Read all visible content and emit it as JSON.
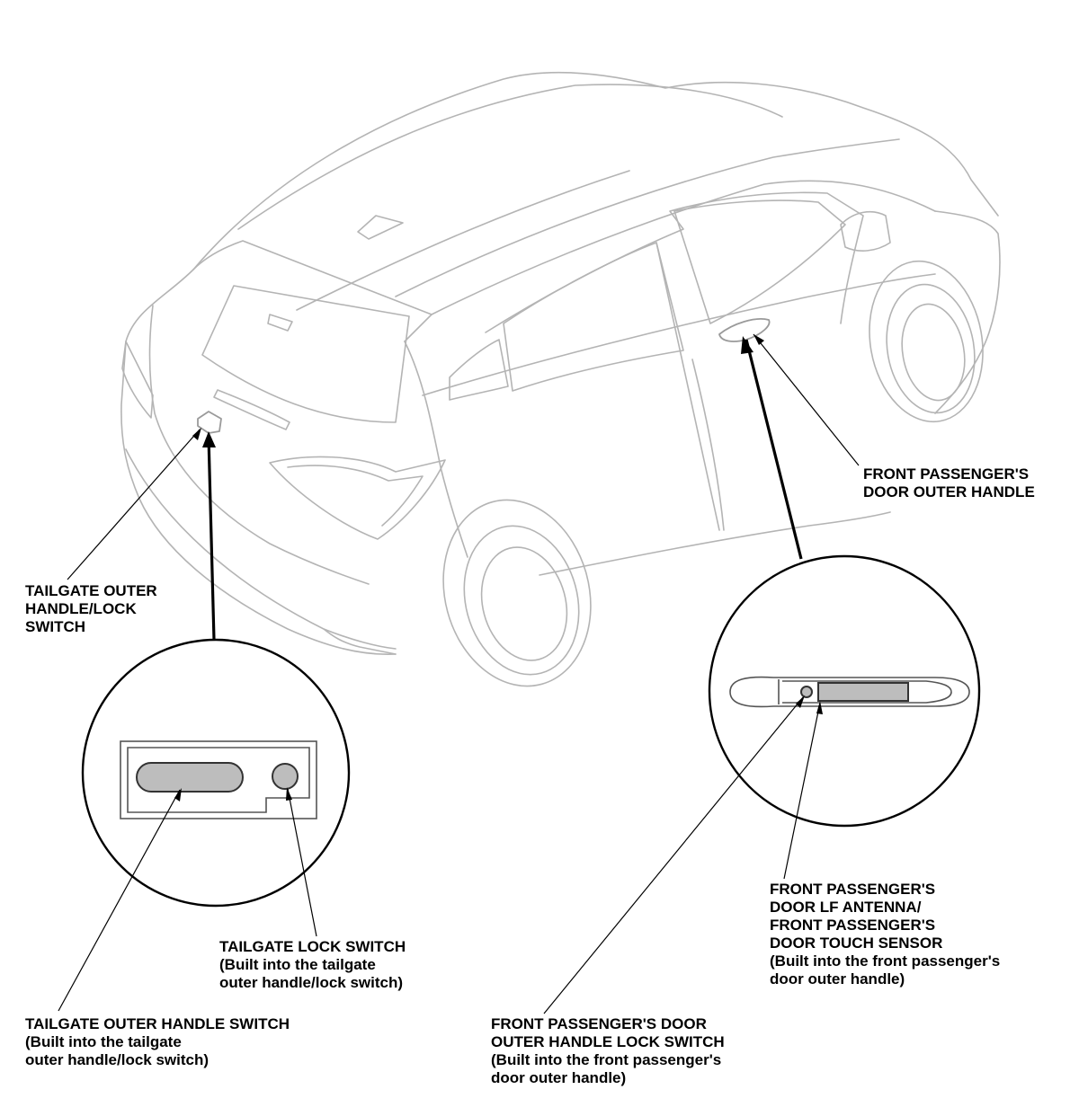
{
  "colors": {
    "ink": "#000000",
    "car_outline": "#b4b4b4",
    "component_fill": "#bdbdbd",
    "background": "#ffffff"
  },
  "labels": {
    "front_door_outer_handle": [
      "FRONT PASSENGER'S",
      "DOOR OUTER HANDLE"
    ],
    "tailgate_outer_handle_lock_switch": [
      "TAILGATE OUTER",
      "HANDLE/LOCK",
      "SWITCH"
    ],
    "tailgate_lock_switch": [
      "TAILGATE LOCK SWITCH",
      "(Built into the tailgate",
      "outer handle/lock switch)"
    ],
    "tailgate_outer_handle_switch": [
      "TAILGATE OUTER HANDLE SWITCH",
      "(Built into the tailgate",
      "outer handle/lock switch)"
    ],
    "lf_antenna_touch_sensor": [
      "FRONT PASSENGER'S",
      "DOOR LF ANTENNA/",
      "FRONT PASSENGER'S",
      "DOOR TOUCH SENSOR",
      "(Built into the front passenger's",
      "door outer handle)"
    ],
    "door_outer_handle_lock_switch": [
      "FRONT PASSENGER'S DOOR",
      "OUTER HANDLE LOCK SWITCH",
      "(Built into the front passenger's",
      "door outer handle)"
    ]
  }
}
